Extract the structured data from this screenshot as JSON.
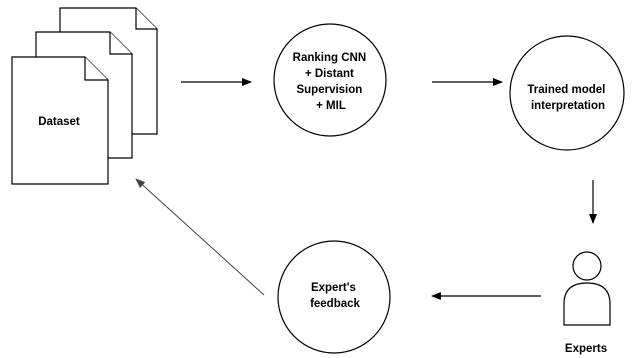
{
  "diagram": {
    "nodes": {
      "dataset": {
        "label": "Dataset"
      },
      "model": {
        "lines": [
          "Ranking CNN",
          "+ Distant",
          "Supervision",
          "+ MIL"
        ]
      },
      "interpretation": {
        "lines": [
          "Trained model",
          "interpretation"
        ]
      },
      "feedback": {
        "lines": [
          "Expert's",
          "feedback"
        ]
      },
      "experts": {
        "label": "Experts"
      }
    },
    "edges": [
      {
        "from": "dataset",
        "to": "model"
      },
      {
        "from": "model",
        "to": "interpretation"
      },
      {
        "from": "interpretation",
        "to": "experts"
      },
      {
        "from": "experts",
        "to": "feedback"
      },
      {
        "from": "feedback",
        "to": "dataset"
      }
    ],
    "colors": {
      "stroke": "#000000",
      "fill": "#ffffff",
      "background": "#ffffff"
    }
  }
}
